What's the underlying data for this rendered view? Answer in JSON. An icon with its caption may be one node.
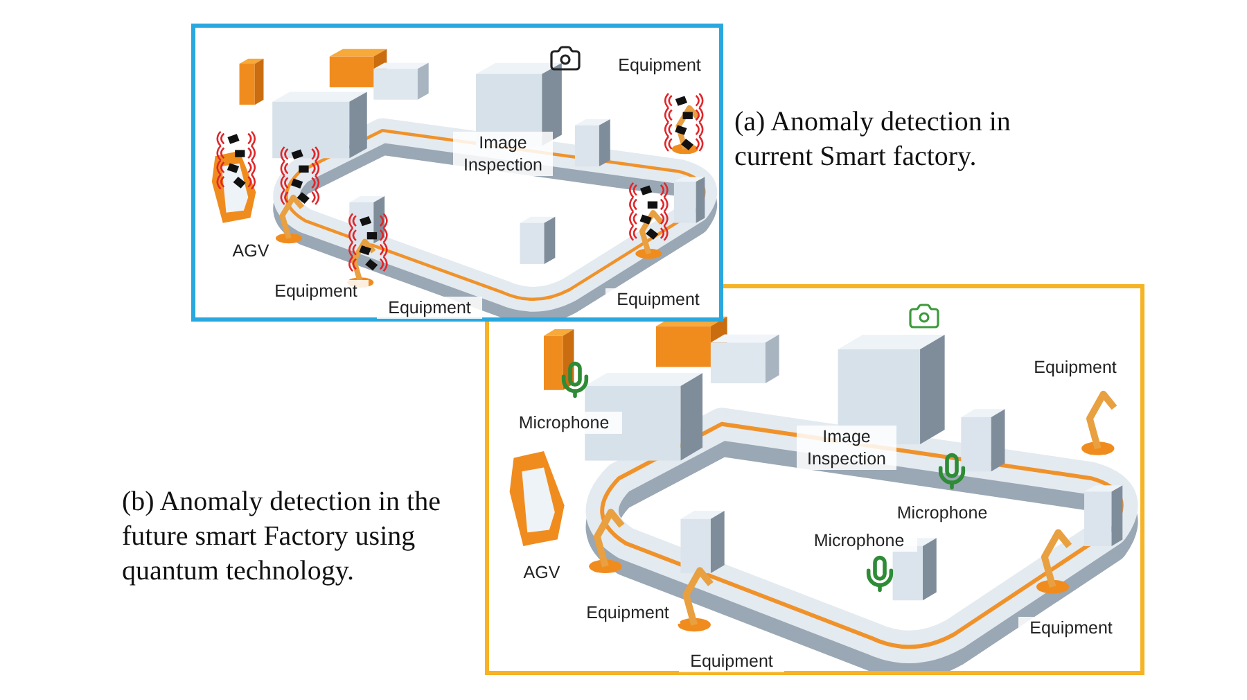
{
  "diagram": {
    "nodes": [
      {
        "text": [],
        "shape": "box",
        "beside": [
          "(a) Anomaly detection in current Smart factory."
        ]
      },
      {
        "text": [],
        "shape": "box",
        "beside": [
          "(b) Anomaly detection in the future smart Factory using quantum technology."
        ]
      }
    ],
    "labels": [
      "Equipment",
      "Image Inspection",
      "AGV",
      "Equipment",
      "Equipment",
      "Equipment",
      "Equipment",
      "Microphone",
      "Image Inspection",
      "Microphone",
      "Microphone",
      "AGV",
      "Equipment",
      "Equipment",
      "Equipment"
    ]
  }
}
